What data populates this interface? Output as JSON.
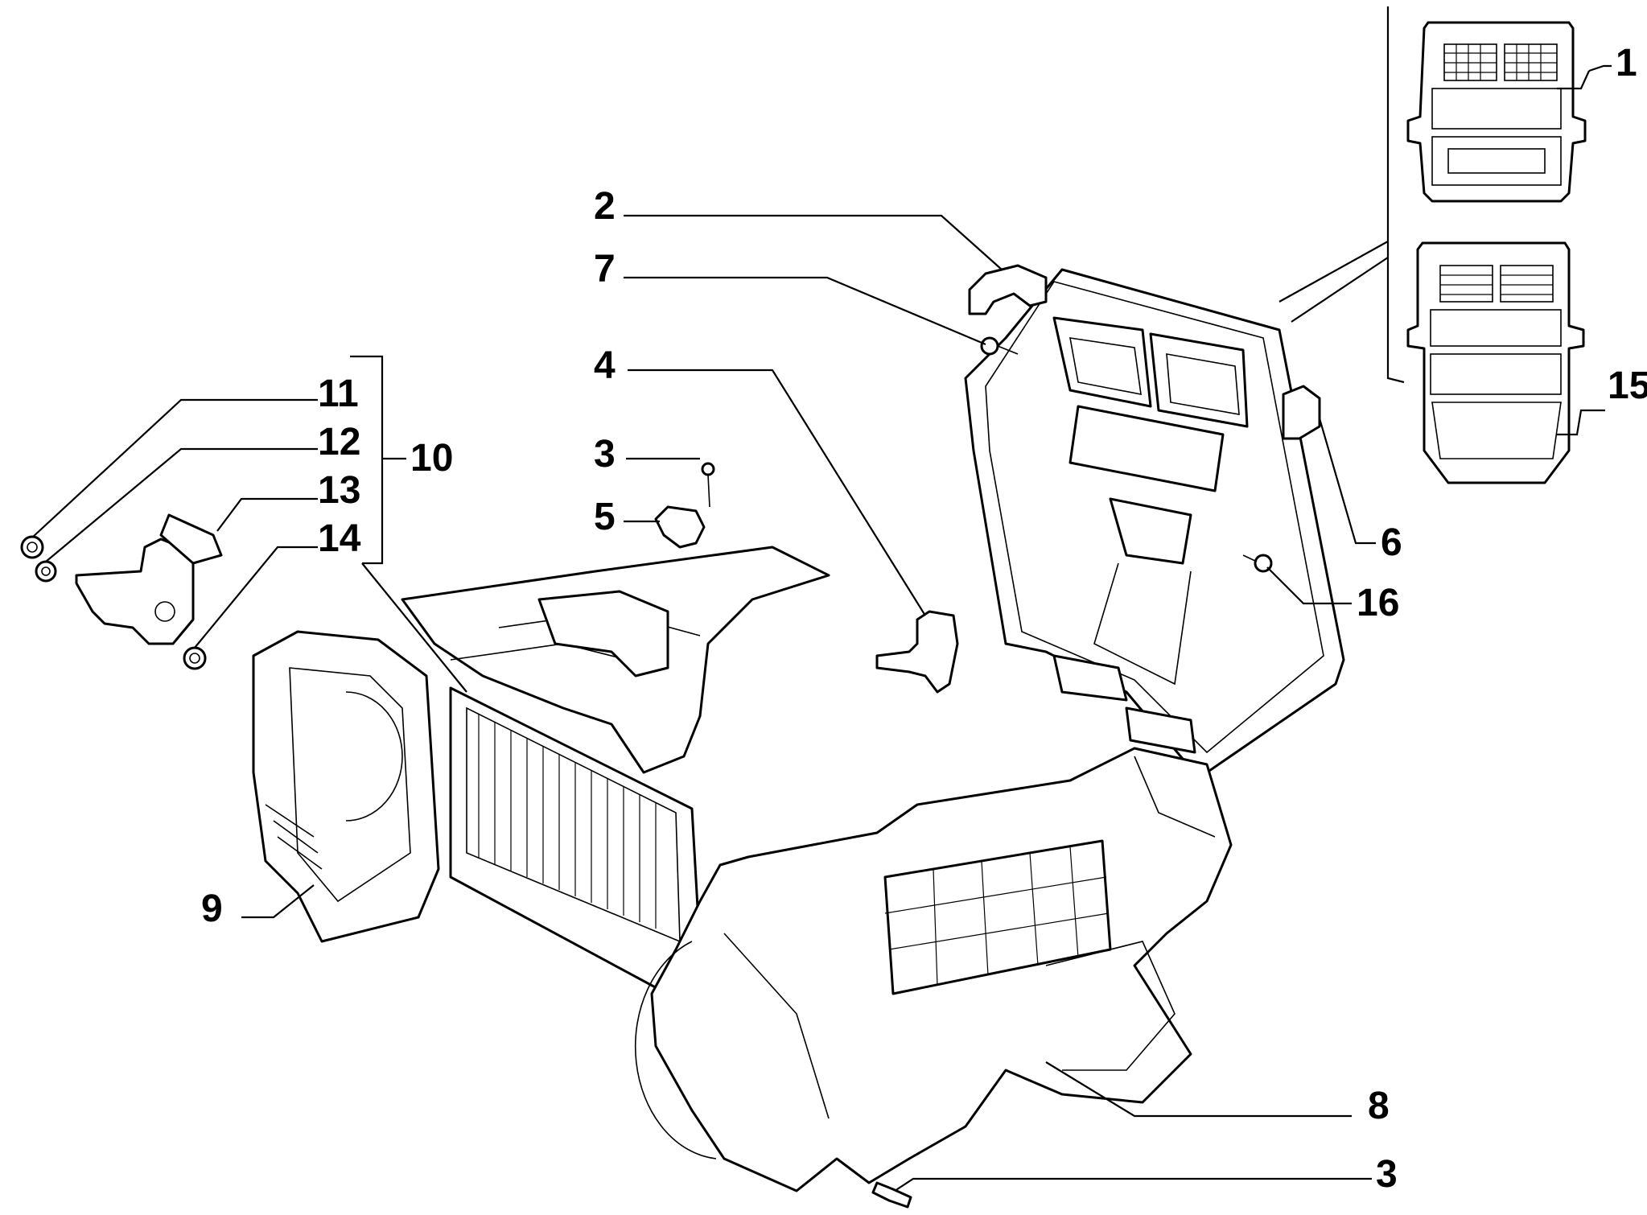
{
  "callouts": [
    {
      "id": "1",
      "label": "1"
    },
    {
      "id": "2",
      "label": "2"
    },
    {
      "id": "3a",
      "label": "3"
    },
    {
      "id": "3b",
      "label": "3"
    },
    {
      "id": "4",
      "label": "4"
    },
    {
      "id": "5",
      "label": "5"
    },
    {
      "id": "6",
      "label": "6"
    },
    {
      "id": "7",
      "label": "7"
    },
    {
      "id": "8",
      "label": "8"
    },
    {
      "id": "9",
      "label": "9"
    },
    {
      "id": "10",
      "label": "10"
    },
    {
      "id": "11",
      "label": "11"
    },
    {
      "id": "12",
      "label": "12"
    },
    {
      "id": "13",
      "label": "13"
    },
    {
      "id": "14",
      "label": "14"
    },
    {
      "id": "15",
      "label": "15"
    },
    {
      "id": "16",
      "label": "16"
    }
  ]
}
